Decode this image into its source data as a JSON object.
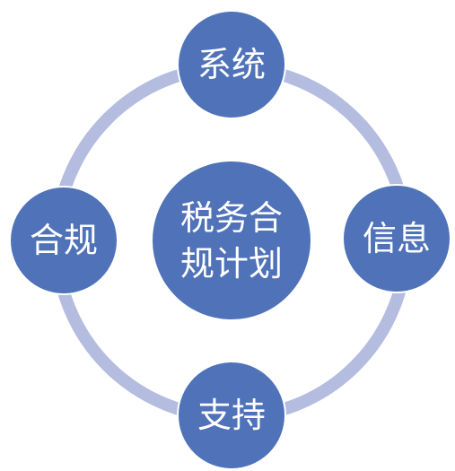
{
  "center": {
    "line1": "税务合",
    "line2": "规计划"
  },
  "nodes": {
    "top": "系统",
    "right": "信息",
    "bottom": "支持",
    "left": "合规"
  },
  "colors": {
    "node_fill": "#4f72b8",
    "ring": "#b4bde0",
    "text": "#ffffff",
    "background": "#ffffff"
  }
}
